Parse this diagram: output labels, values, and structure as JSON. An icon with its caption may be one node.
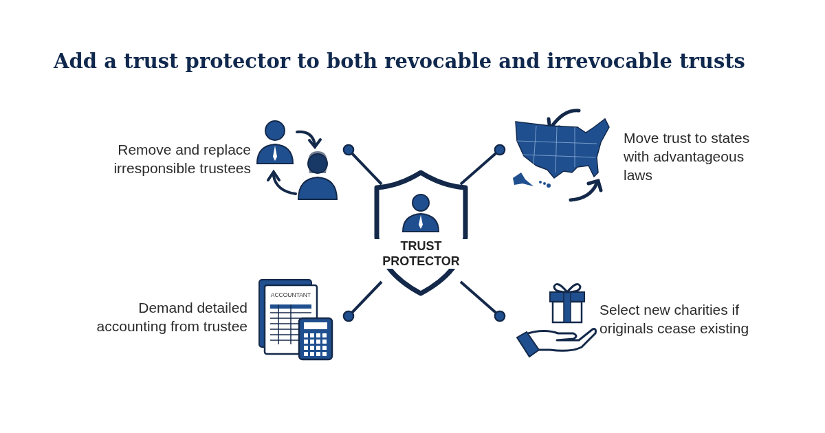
{
  "diagram": {
    "title": "Add a trust protector to both revocable and irrevocable trusts",
    "nodes": [
      {
        "text": [
          "TRUST PROTECTOR"
        ]
      },
      {
        "text": [
          "Remove and replace irresponsible trustees"
        ]
      },
      {
        "text": [
          "Move trust to states with advantageous laws"
        ]
      },
      {
        "text": [
          "Demand detailed accounting from trustee"
        ]
      },
      {
        "text": [
          "Select new charities if originals cease existing"
        ]
      }
    ],
    "edges": [
      {
        "from": 0,
        "to": 1,
        "arrow": "other"
      },
      {
        "from": 0,
        "to": 2,
        "arrow": "other"
      },
      {
        "from": 0,
        "to": 3,
        "arrow": "other"
      },
      {
        "from": 0,
        "to": 4,
        "arrow": "other"
      }
    ],
    "labels": [
      "ACCOUNTANT"
    ]
  }
}
